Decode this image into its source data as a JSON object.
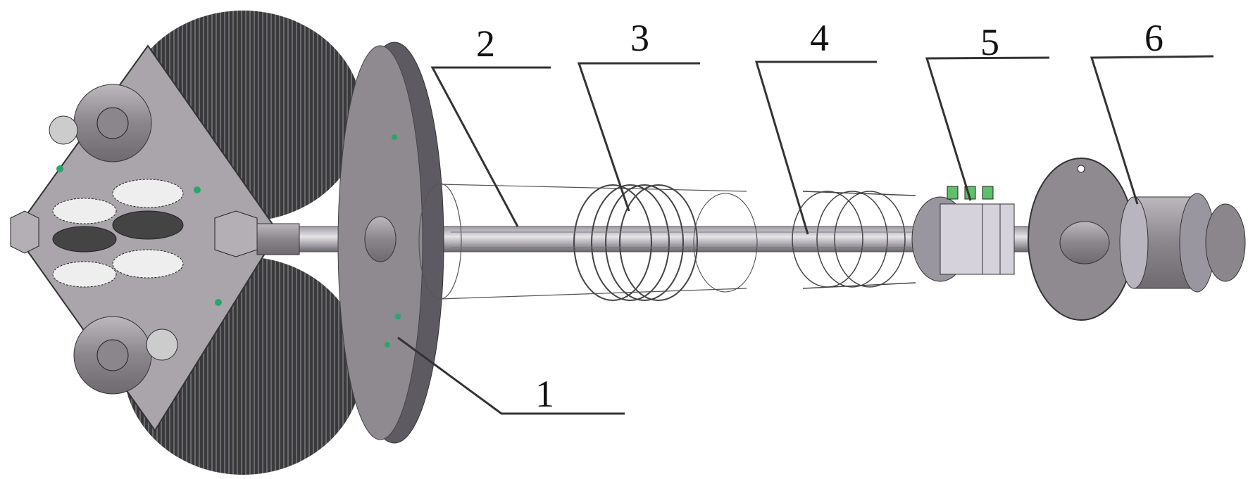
{
  "figure": {
    "callouts": [
      {
        "id": "1",
        "label": "1"
      },
      {
        "id": "2",
        "label": "2"
      },
      {
        "id": "3",
        "label": "3"
      },
      {
        "id": "4",
        "label": "4"
      },
      {
        "id": "5",
        "label": "5"
      },
      {
        "id": "6",
        "label": "6"
      }
    ],
    "colors": {
      "body": "#8e8a90",
      "gear": "#3a3a3c",
      "plate": "#a9a5ab",
      "fitting": "#5fbf6a",
      "leader": "#333333"
    }
  }
}
